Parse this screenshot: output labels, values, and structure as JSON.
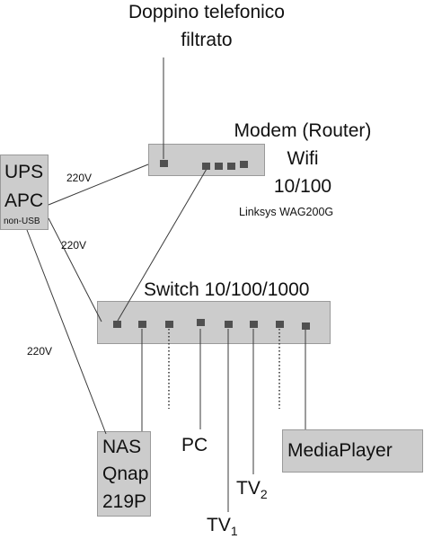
{
  "labels": {
    "doppino_line1": "Doppino telefonico",
    "doppino_line2": "filtrato",
    "modem_line1": "Modem (Router)",
    "modem_line2": "Wifi",
    "modem_line3": "10/100",
    "modem_model": "Linksys WAG200G",
    "ups_line1": "UPS",
    "ups_line2": "APC",
    "ups_line3": "non-USB",
    "switch": "Switch 10/100/1000",
    "nas_line1": "NAS",
    "nas_line2": "Qnap",
    "nas_line3": "219P",
    "pc": "PC",
    "tv1": "TV",
    "tv1_sub": "1",
    "tv2": "TV",
    "tv2_sub": "2",
    "mediaplayer": "MediaPlayer"
  },
  "power": {
    "volt_modem": "220V",
    "volt_switch": "220V",
    "volt_nas": "220V"
  },
  "colors": {
    "box_fill": "#cccccc",
    "port": "#505050",
    "line": "#3a3a3a"
  }
}
